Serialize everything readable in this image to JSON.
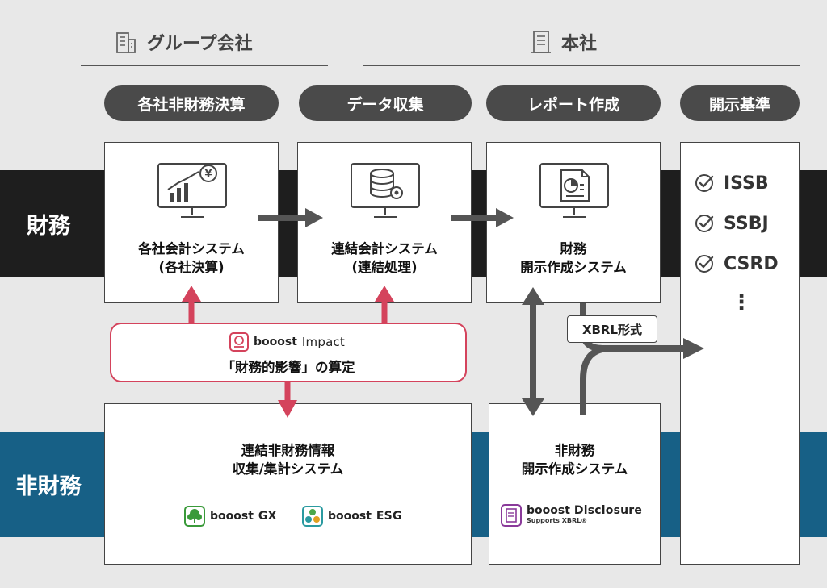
{
  "groups": {
    "group_company": "グループ会社",
    "headquarters": "本社"
  },
  "stages": {
    "stage1": "各社非財務決算",
    "stage2": "データ収集",
    "stage3": "レポート作成",
    "stage4": "開示基準"
  },
  "bands": {
    "financial": "財務",
    "non_financial": "非財務"
  },
  "systems": {
    "company_accounting": [
      "各社会計システム",
      "(各社決算)"
    ],
    "consolidated_accounting": [
      "連結会計システム",
      "(連結処理)"
    ],
    "financial_disclosure": [
      "財務",
      "開示作成システム"
    ],
    "nonfinancial_collection": [
      "連結非財務情報",
      "収集/集計システム"
    ],
    "nonfinancial_disclosure": [
      "非財務",
      "開示作成システム"
    ]
  },
  "impact": {
    "brand": "booost",
    "product": "Impact",
    "caption": "「財務的影響」の算定"
  },
  "products": {
    "gx_brand": "booost",
    "gx_name": "GX",
    "esg_brand": "booost",
    "esg_name": "ESG",
    "disclosure_brand": "booost",
    "disclosure_name": "Disclosure",
    "disclosure_sub": "Supports XBRL®"
  },
  "xbrl_label": "XBRL形式",
  "standards": [
    "ISSB",
    "SSBJ",
    "CSRD"
  ],
  "standards_more": "⋮",
  "colors": {
    "financial_band": "#1e1e1e",
    "non_financial_band": "#176086",
    "accent_red": "#d4435c",
    "arrow_gray": "#555555",
    "pill_dark": "#4a4a4a",
    "gx_green": "#3a9a3a",
    "esg_teal": "#2a9aa0",
    "disclosure_purple": "#8a3a9a"
  },
  "icons": {
    "group_company": "building-icon",
    "headquarters": "office-building-icon",
    "company_accounting": "monitor-chart-yen-icon",
    "consolidated_accounting": "monitor-database-icon",
    "financial_disclosure": "monitor-pie-report-icon",
    "standard_check": "check-circle-icon"
  }
}
